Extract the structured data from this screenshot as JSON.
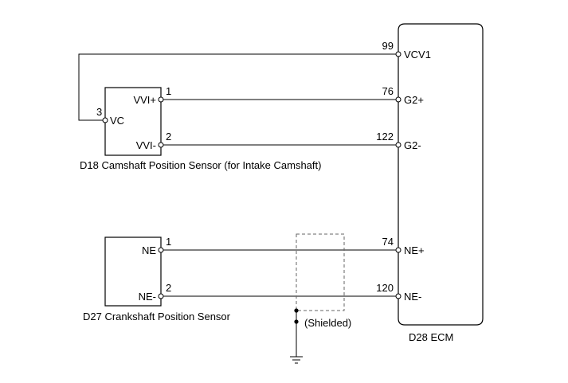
{
  "ecm": {
    "title": "D28  ECM",
    "pins": [
      {
        "num": "99",
        "name": "VCV1"
      },
      {
        "num": "76",
        "name": "G2+"
      },
      {
        "num": "122",
        "name": "G2-"
      },
      {
        "num": "74",
        "name": "NE+"
      },
      {
        "num": "120",
        "name": "NE-"
      }
    ]
  },
  "cam_sensor": {
    "title": "D18  Camshaft Position Sensor (for Intake Camshaft)",
    "pins": [
      {
        "num": "1",
        "name": "VVI+"
      },
      {
        "num": "2",
        "name": "VVI-"
      },
      {
        "num": "3",
        "name": "VC"
      }
    ]
  },
  "crank_sensor": {
    "title": "D27  Crankshaft Position Sensor",
    "pins": [
      {
        "num": "1",
        "name": "NE"
      },
      {
        "num": "2",
        "name": "NE-"
      }
    ]
  },
  "shield_label": "(Shielded)",
  "colors": {
    "line": "#000000",
    "shield_dash": "#666666",
    "background": "#ffffff"
  }
}
